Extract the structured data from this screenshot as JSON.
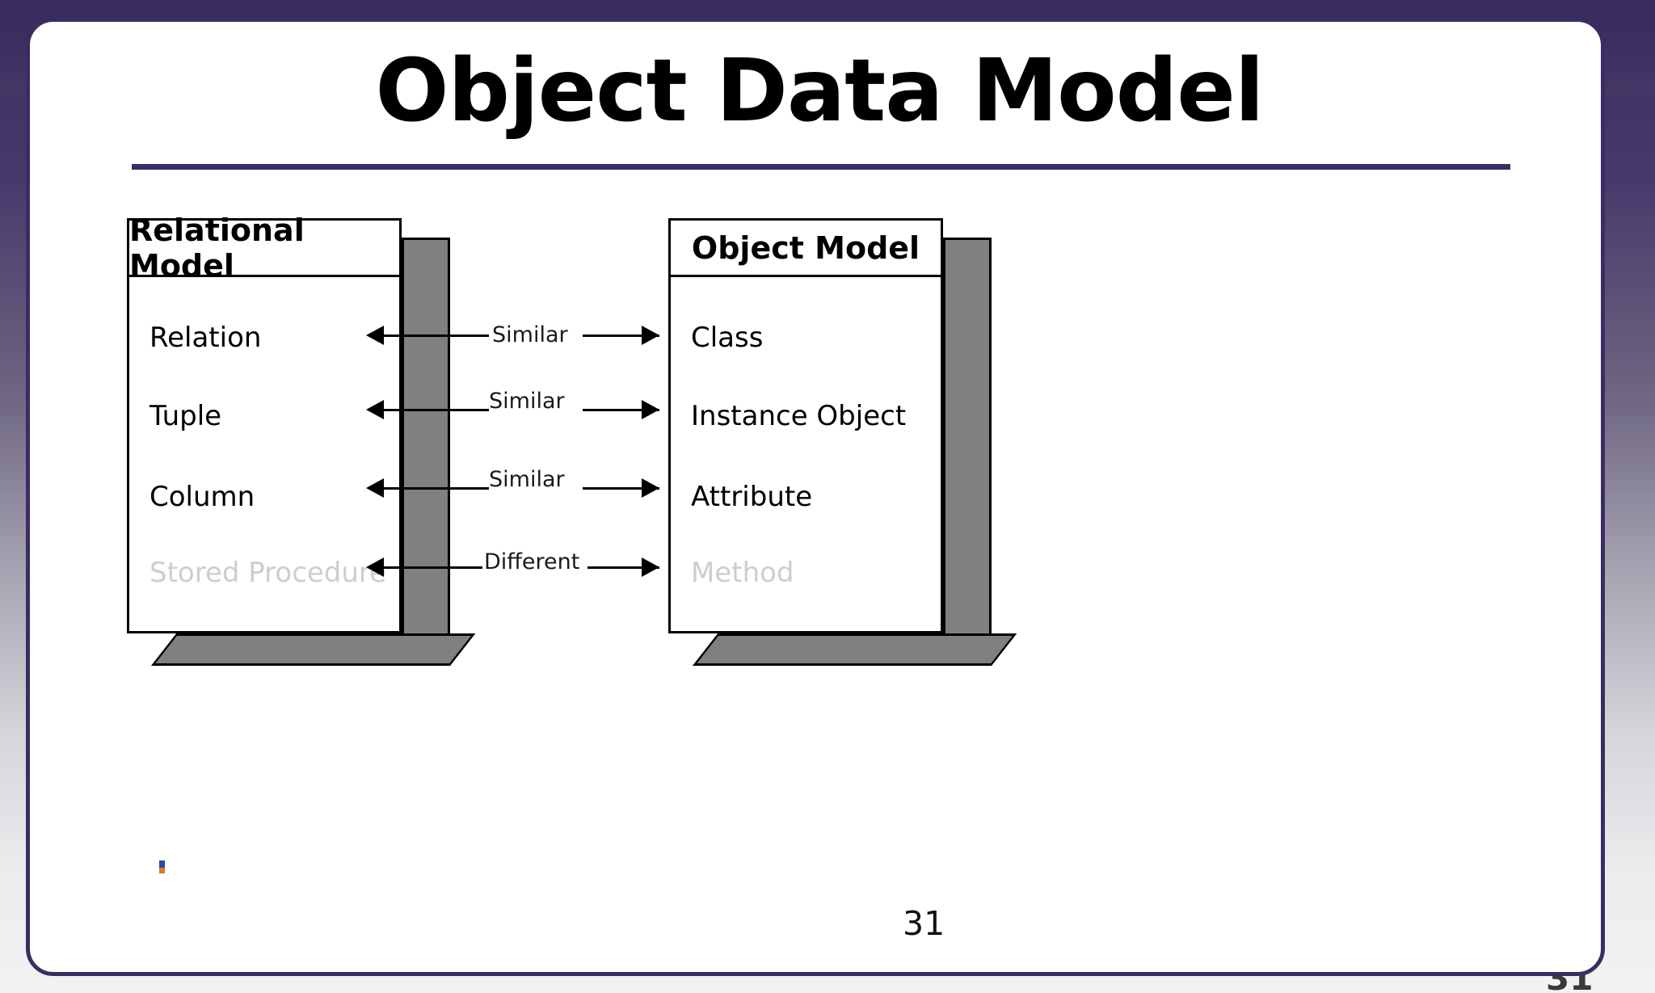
{
  "slide": {
    "title": "Object Data Model",
    "page_number": "31",
    "page_number_overflow": "31",
    "accent_color": "#3b2d63",
    "background_top_color": "#392b5b",
    "card_color": "#ffffff"
  },
  "diagram": {
    "type": "comparison-diagram",
    "left_panel": {
      "header": "Relational Model",
      "rows": [
        {
          "label": "Relation",
          "faded": false
        },
        {
          "label": "Tuple",
          "faded": false
        },
        {
          "label": "Column",
          "faded": false
        },
        {
          "label": "Stored Procedure",
          "faded": true
        }
      ]
    },
    "right_panel": {
      "header": "Object Model",
      "rows": [
        {
          "label": "Class",
          "faded": false
        },
        {
          "label": "Instance Object",
          "faded": false
        },
        {
          "label": "Attribute",
          "faded": false
        },
        {
          "label": "Method",
          "faded": true
        }
      ]
    },
    "connectors": [
      {
        "label": "Similar",
        "style": "double-arrow"
      },
      {
        "label": "Similar",
        "style": "double-arrow"
      },
      {
        "label": "Similar",
        "style": "double-arrow"
      },
      {
        "label": "Different",
        "style": "double-arrow"
      }
    ],
    "colors": {
      "line": "#000000",
      "slab": "#808080",
      "faded_text": "#cdcdcd"
    }
  }
}
